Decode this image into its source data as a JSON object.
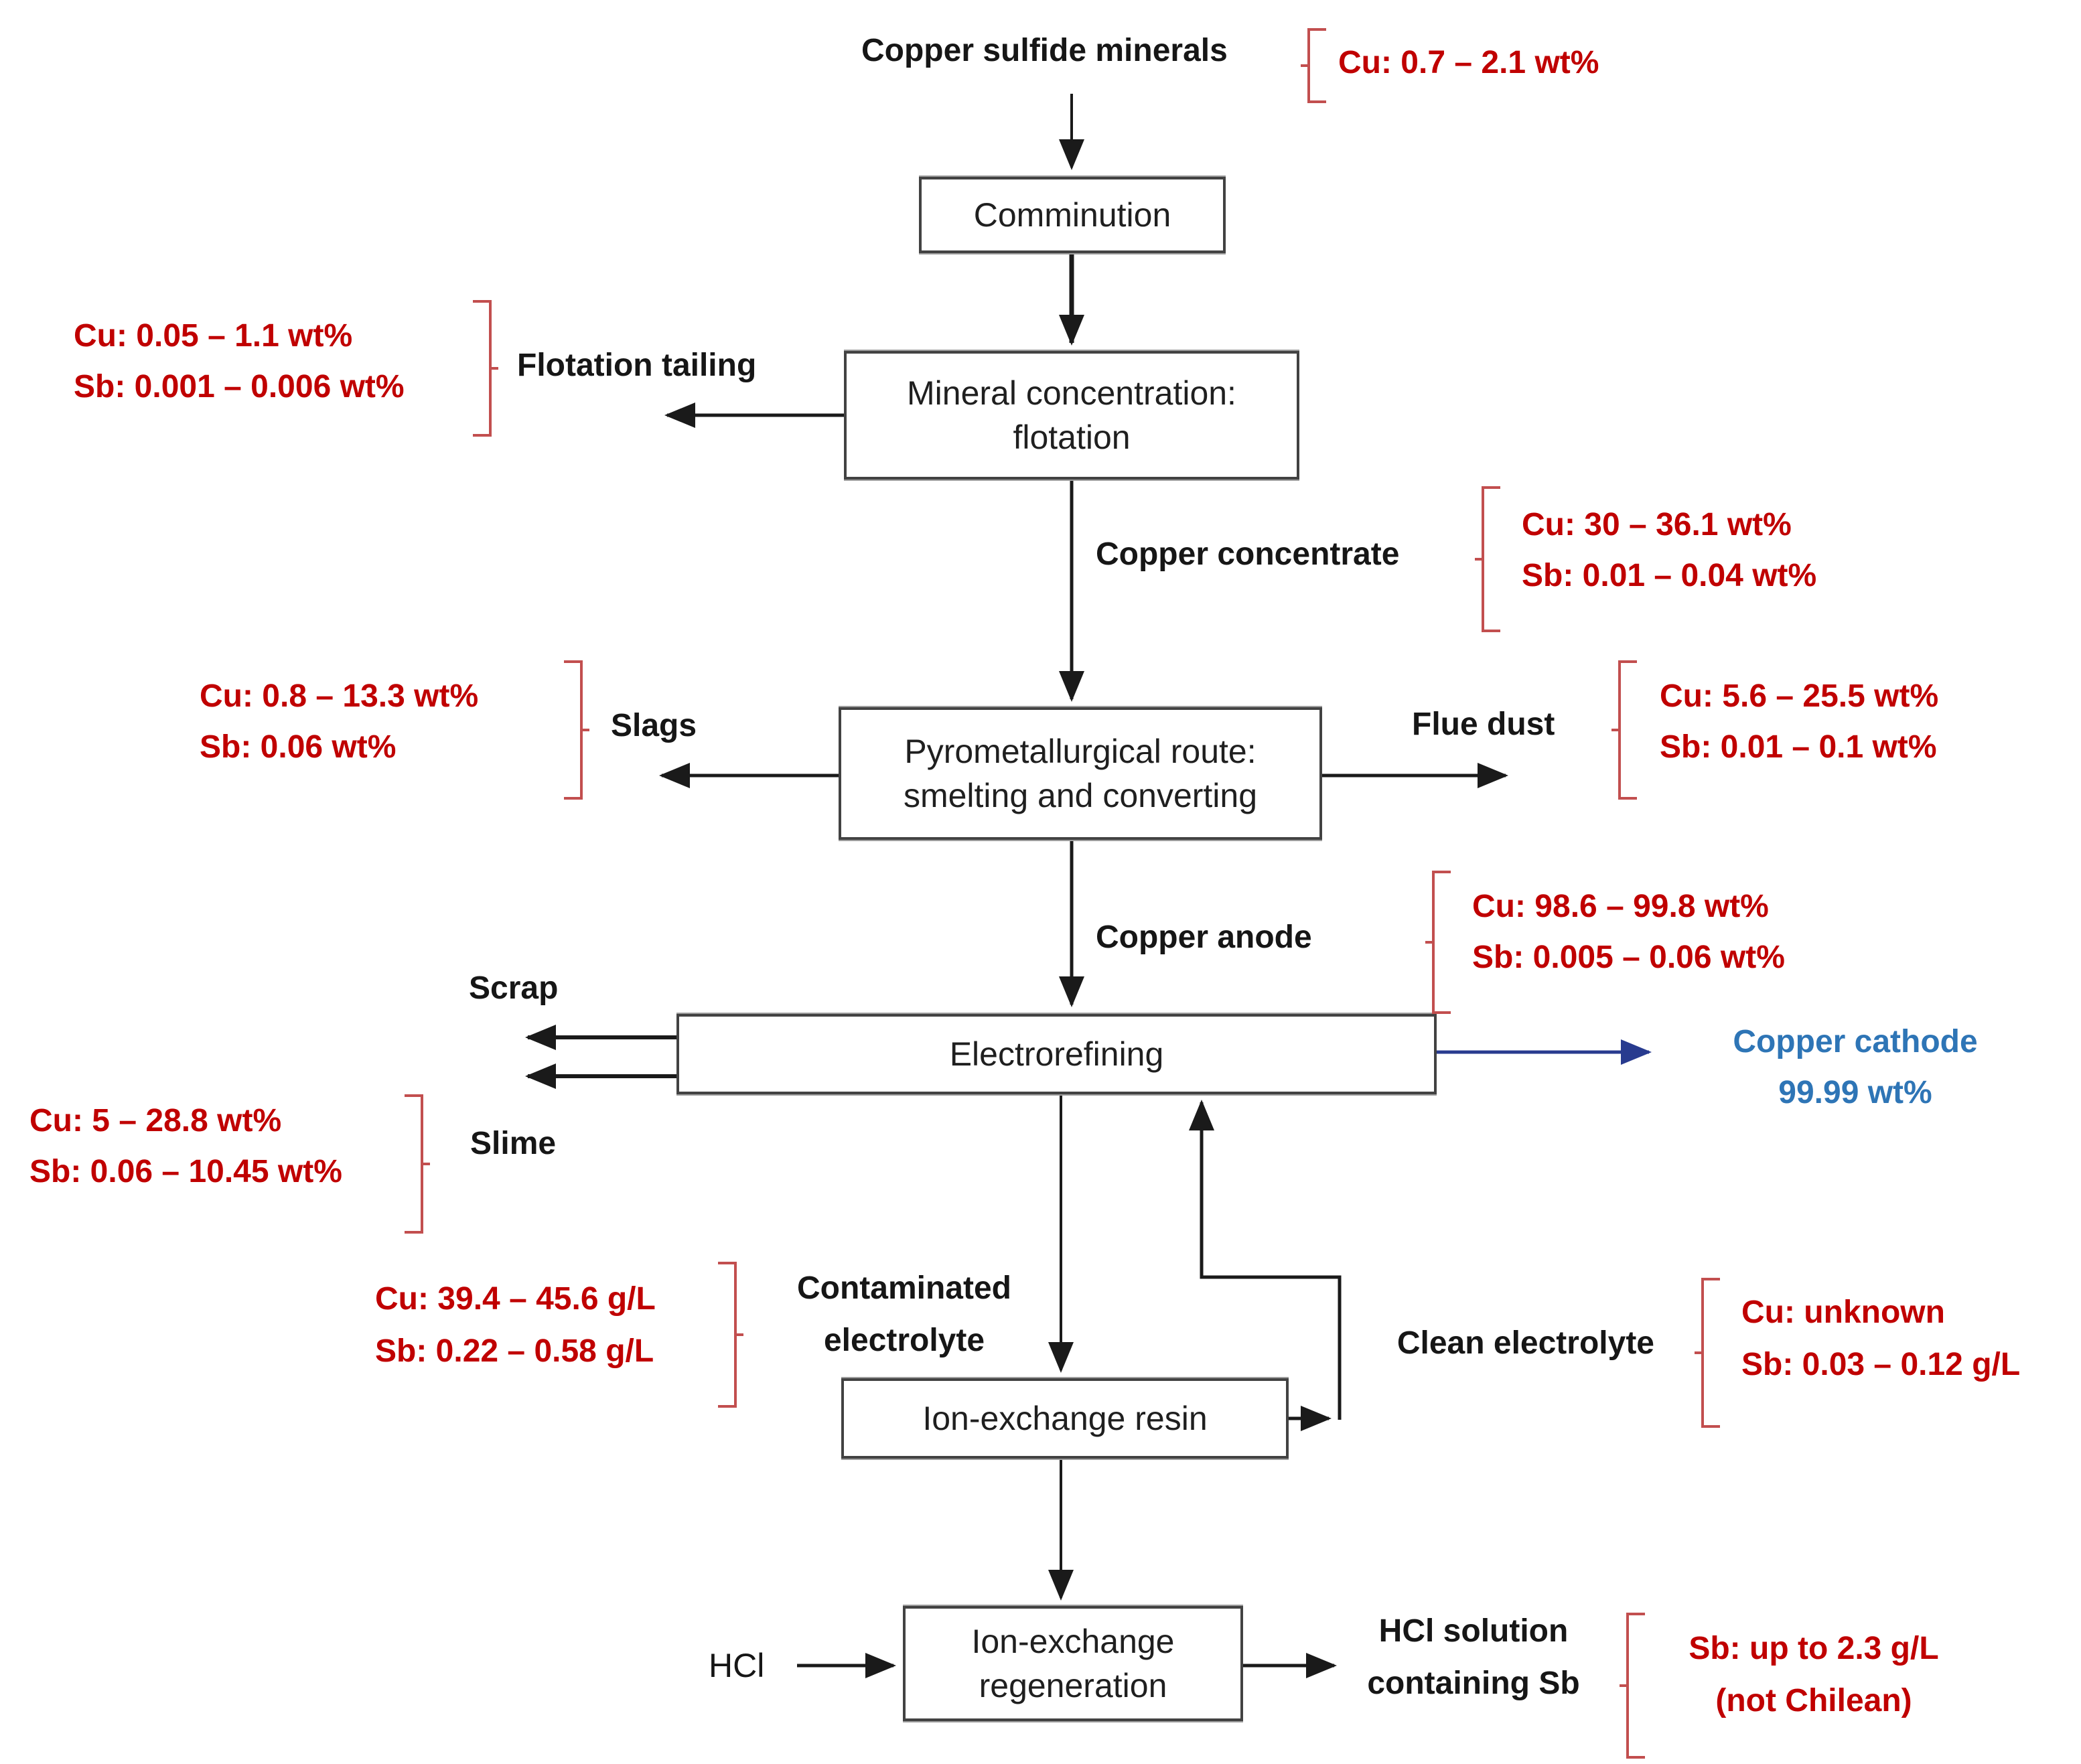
{
  "colors": {
    "value_red": "#C00000",
    "bracket_red": "#C24F4F",
    "cathode_text_blue": "#2E75B6",
    "cathode_arrow_blue": "#283B8F",
    "line_black": "#1A1A1A"
  },
  "nodes": {
    "comminution": {
      "label": "Comminution"
    },
    "flotation": {
      "line1": "Mineral concentration:",
      "line2": "flotation"
    },
    "pyrometallurgy": {
      "line1": "Pyrometallurgical route:",
      "line2": "smelting and converting"
    },
    "electrorefining": {
      "label": "Electrorefining"
    },
    "ion_exchange_resin": {
      "label": "Ion-exchange resin"
    },
    "ion_exchange_regeneration": {
      "line1": "Ion-exchange",
      "line2": "regeneration"
    }
  },
  "streams": {
    "feed": {
      "label": "Copper sulfide minerals",
      "values": [
        "Cu: 0.7 – 2.1 wt%"
      ]
    },
    "flotation_tailing": {
      "label": "Flotation tailing",
      "values": [
        "Cu: 0.05 – 1.1 wt%",
        "Sb: 0.001 – 0.006 wt%"
      ]
    },
    "copper_concentrate": {
      "label": "Copper concentrate",
      "values": [
        "Cu: 30 – 36.1 wt%",
        "Sb: 0.01 – 0.04 wt%"
      ]
    },
    "slags": {
      "label": "Slags",
      "values": [
        "Cu: 0.8 – 13.3 wt%",
        "Sb: 0.06 wt%"
      ]
    },
    "flue_dust": {
      "label": "Flue dust",
      "values": [
        "Cu: 5.6 – 25.5 wt%",
        "Sb: 0.01 – 0.1 wt%"
      ]
    },
    "copper_anode": {
      "label": "Copper anode",
      "values": [
        "Cu: 98.6 – 99.8 wt%",
        "Sb: 0.005 – 0.06 wt%"
      ]
    },
    "scrap": {
      "label": "Scrap"
    },
    "slime": {
      "label": "Slime",
      "values": [
        "Cu: 5 – 28.8 wt%",
        "Sb: 0.06 – 10.45 wt%"
      ]
    },
    "copper_cathode": {
      "line1": "Copper cathode",
      "line2": "99.99 wt%"
    },
    "contaminated_electrolyte": {
      "line1": "Contaminated",
      "line2": "electrolyte",
      "values": [
        "Cu: 39.4 – 45.6 g/L",
        "Sb: 0.22 – 0.58 g/L"
      ]
    },
    "clean_electrolyte": {
      "label": "Clean electrolyte",
      "values": [
        "Cu: unknown",
        "Sb: 0.03 – 0.12 g/L"
      ]
    },
    "hcl_in": {
      "label": "HCl"
    },
    "hcl_out": {
      "line1": "HCl solution",
      "line2": "containing Sb",
      "values": [
        "Sb: up to 2.3 g/L",
        "(not Chilean)"
      ]
    }
  }
}
